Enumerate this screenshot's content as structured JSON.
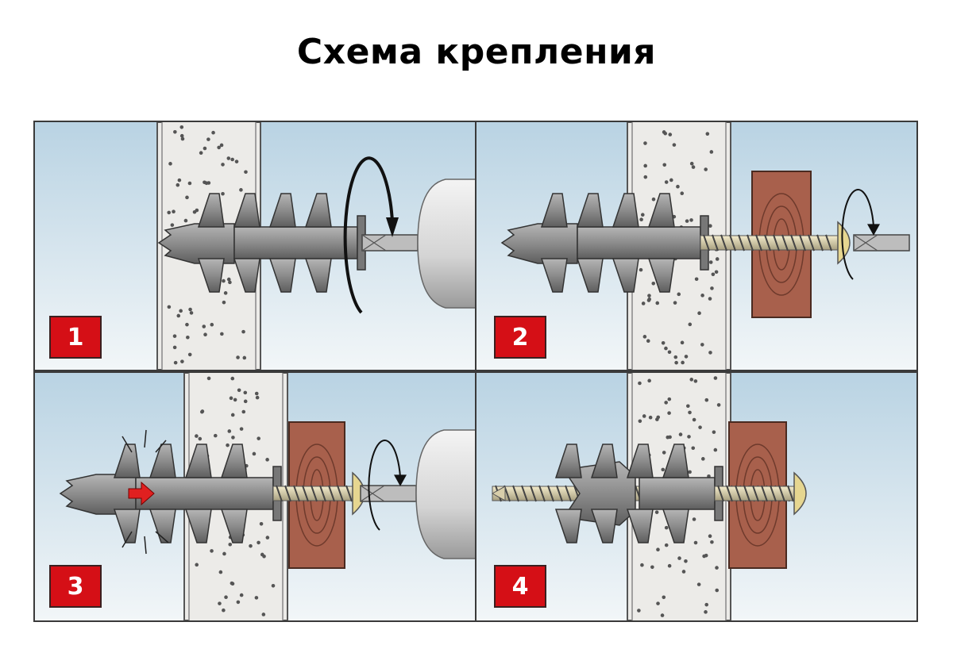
{
  "title": "Схема крепления",
  "steps": [
    {
      "number": "1"
    },
    {
      "number": "2"
    },
    {
      "number": "3"
    },
    {
      "number": "4"
    }
  ],
  "colors": {
    "badge": "#d50f16",
    "sky_top": "#b9d3e3",
    "sky_bottom": "#f2f6f8",
    "wall": "#ecebe8",
    "dowel": "#8c8c8c",
    "wood": "#a8604c",
    "arrow": "#e02020"
  }
}
